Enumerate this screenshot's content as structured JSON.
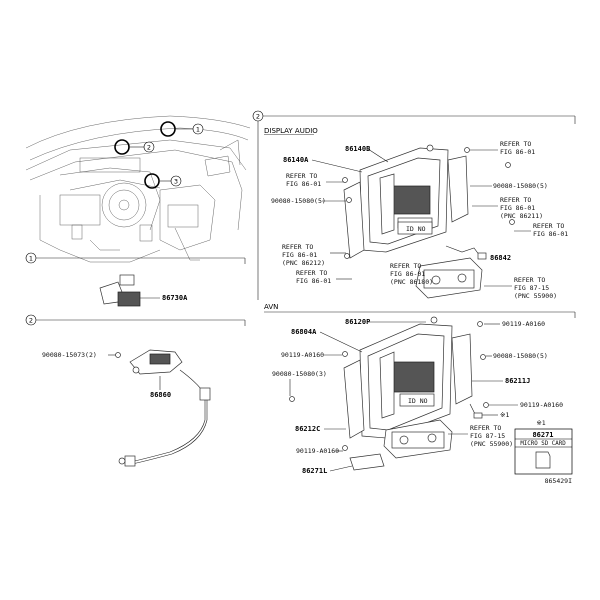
{
  "sections": {
    "display_audio": "DISPLAY AUDIO",
    "avn": "AVN"
  },
  "circles": {
    "c1": "1",
    "c2": "2",
    "c3": "3"
  },
  "top": {
    "p86140B": "86140B",
    "p86140A": "86140A",
    "refer1a": "REFER TO",
    "refer1b": "FIG 86-01",
    "refer2a": "REFER TO",
    "refer2b": "FIG 86-01",
    "s90080_5a": "90080-15080(5)",
    "s90080_5b": "90080-15080(5)",
    "refer3a": "REFER TO",
    "refer3b": "FIG 86-01",
    "refer3c": "(PNC 86211)",
    "refer4a": "REFER TO",
    "refer4b": "FIG 86-01",
    "refer5a": "REFER TO",
    "refer5b": "FIG 86-01",
    "refer5c": "(PNC 86212)",
    "refer6a": "REFER TO",
    "refer6b": "FIG 86-01",
    "refer7a": "REFER TO",
    "refer7b": "FIG 86-01",
    "refer7c": "(PNC 86180)",
    "p86842": "86842",
    "refer8a": "REFER TO",
    "refer8b": "FIG 87-15",
    "refer8c": "(PNC 55900)",
    "id_no": "ID NO"
  },
  "avn": {
    "p86120P": "86120P",
    "p86804A": "86804A",
    "s90119_a": "90119-A0160",
    "s90119_b": "90119-A0160",
    "s90080_3": "90080-15080(3)",
    "s90080_5": "90080-15080(5)",
    "p86211J": "86211J",
    "s90119_c": "90119-A0160",
    "p86212C": "86212C",
    "s90119_d": "90119-A0160",
    "p86271L": "86271L",
    "refer9a": "REFER TO",
    "refer9b": "FIG 87-15",
    "refer9c": "(PNC 55900)",
    "id_no": "ID NO",
    "star1": "※1",
    "star2": "※1",
    "p86271": "86271",
    "micro_sd": "MICRO SD CARD"
  },
  "left": {
    "p86730A": "86730A",
    "s90080_15073": "90080-15073(2)",
    "p86860": "86860"
  },
  "footer": {
    "code": "865429I"
  }
}
